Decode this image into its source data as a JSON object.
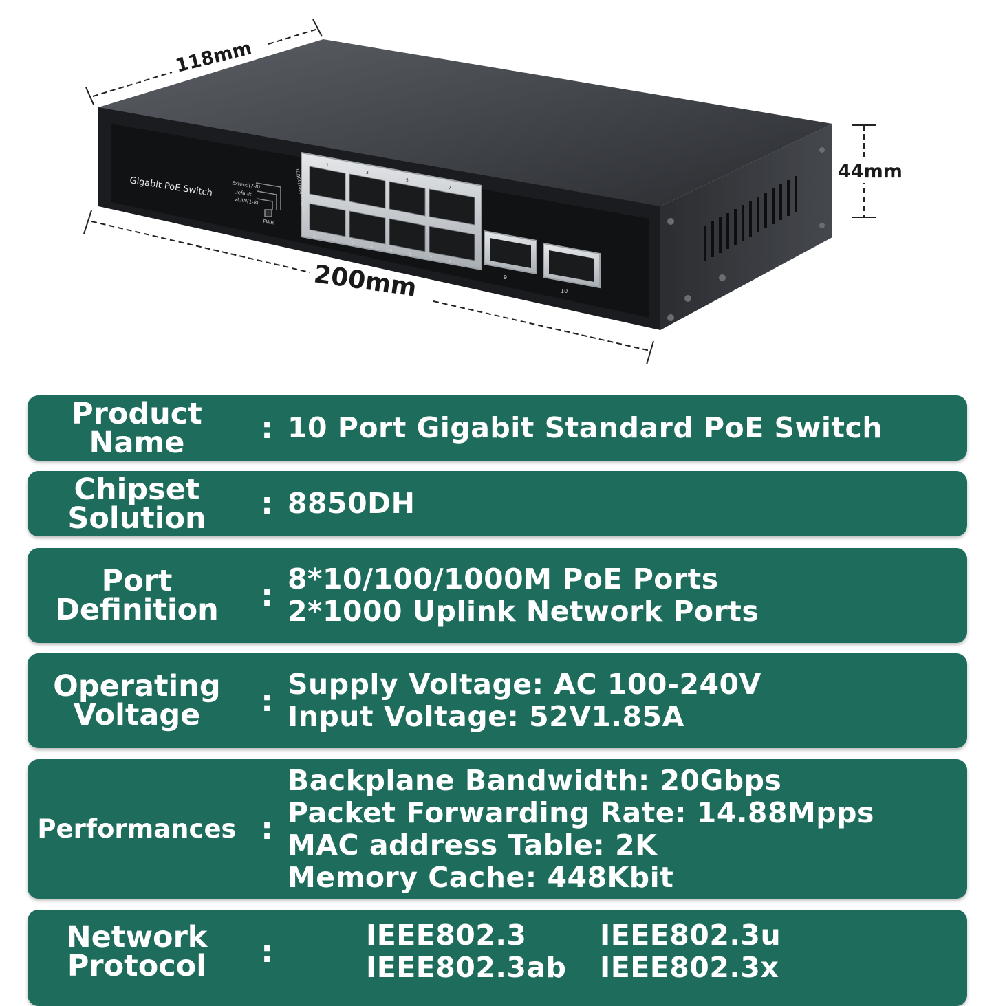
{
  "dimensions": {
    "depth": "118mm",
    "width": "200mm",
    "height": "44mm"
  },
  "device": {
    "front_label": "Gigabit PoE Switch",
    "led_labels": [
      "Extend(7-8)",
      "Default",
      "VLAN(1-8)"
    ],
    "power_label": "PWR",
    "port_top_numbers": [
      "1",
      "3",
      "5",
      "7"
    ],
    "port_bottom_numbers": [
      "1",
      "2",
      "3",
      "4",
      "5",
      "6",
      "7",
      "8"
    ],
    "port_group_label": "10/100/1000M PoE Port",
    "uplink_numbers": [
      "9",
      "10"
    ]
  },
  "specs": {
    "product_name": {
      "label": "Product\nName",
      "values": [
        "10 Port Gigabit Standard PoE Switch"
      ]
    },
    "chipset": {
      "label": "Chipset\nSolution",
      "values": [
        "8850DH"
      ]
    },
    "port_definition": {
      "label": "Port\nDefinition",
      "values": [
        "8*10/100/1000M PoE Ports",
        "2*1000 Uplink Network Ports"
      ]
    },
    "operating_voltage": {
      "label": "Operating\nVoltage",
      "values": [
        "Supply Voltage: AC 100-240V",
        "Input Voltage: 52V1.85A"
      ]
    },
    "performances": {
      "label": "Performances",
      "values": [
        "Backplane Bandwidth: 20Gbps",
        "Packet Forwarding Rate: 14.88Mpps",
        "MAC address Table: 2K",
        "Memory Cache: 448Kbit"
      ]
    },
    "network_protocol": {
      "label": "Network\nProtocol",
      "values": [
        "IEEE802.3",
        "IEEE802.3u",
        "IEEE802.3ab",
        "IEEE802.3x"
      ]
    },
    "separator": ":"
  }
}
